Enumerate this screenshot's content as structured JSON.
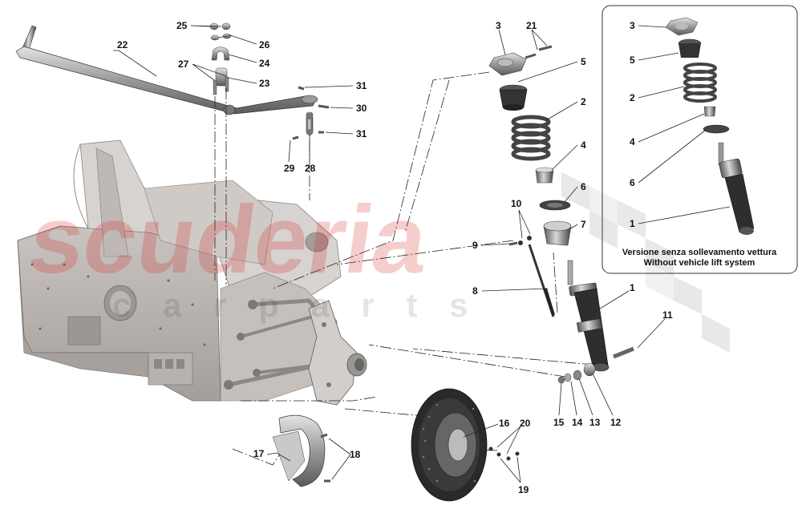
{
  "watermark": {
    "main": "scuderia",
    "sub": "c a r p a r t s"
  },
  "inset": {
    "caption_it": "Versione senza sollevamento vettura",
    "caption_en": "Without vehicle lift system",
    "labels": {
      "top_mount": "3",
      "upper_seat": "5",
      "spring": "2",
      "bump_stop": "4",
      "lower_seat": "6",
      "damper": "1"
    }
  },
  "labels": {
    "stabilizer_bar": "22",
    "bushing_nuts": "25",
    "washers": "26",
    "clamp": "24",
    "pins": "27",
    "bushing": "23",
    "bolt_upper": "31",
    "bolt_30": "30",
    "bolt_lower": "31",
    "bolt_29": "29",
    "link_rod": "28",
    "top_mount": "3",
    "top_mount_screws": "21",
    "upper_seat": "5",
    "spring": "2",
    "bump_stop": "4",
    "lower_seat": "6",
    "pad": "7",
    "fittings": "10",
    "screw_9": "9",
    "rod_8": "8",
    "damper": "1",
    "bolt_11": "11",
    "washer_15": "15",
    "washer_14": "14",
    "nut_13": "13",
    "bushing_12": "12",
    "disc": "16",
    "disc_screws_20": "20",
    "disc_screws_19": "19",
    "dust_shield": "17",
    "shield_screws": "18"
  }
}
